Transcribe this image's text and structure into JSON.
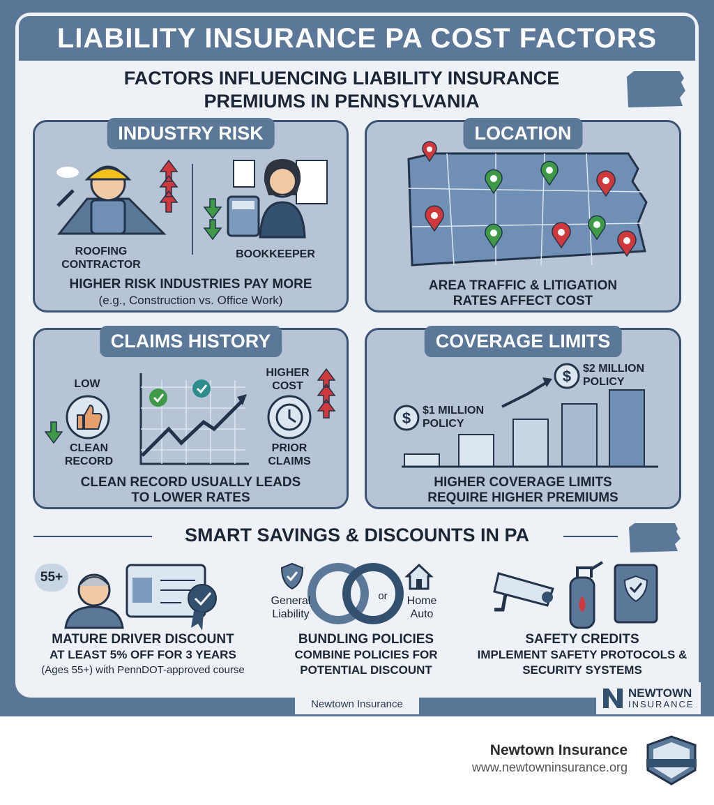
{
  "title": "LIABILITY INSURANCE PA COST FACTORS",
  "subtitle": "FACTORS INFLUENCING LIABILITY INSURANCE PREMIUMS IN PENNSYLVANIA",
  "panels": {
    "industry": {
      "title": "INDUSTRY RISK",
      "left_label": "ROOFING CONTRACTOR",
      "right_label": "BOOKKEEPER",
      "caption": "HIGHER RISK INDUSTRIES PAY MORE",
      "caption_small": "(e.g., Construction vs. Office Work)"
    },
    "location": {
      "title": "LOCATION",
      "caption": "AREA TRAFFIC & LITIGATION RATES AFFECT COST"
    },
    "claims": {
      "title": "CLAIMS HISTORY",
      "low": "LOW",
      "clean": "CLEAN RECORD",
      "higher_cost": "HIGHER COST",
      "prior": "PRIOR CLAIMS",
      "caption": "CLEAN RECORD USUALLY LEADS TO LOWER RATES"
    },
    "coverage": {
      "title": "COVERAGE LIMITS",
      "one_million": "$1 MILLION POLICY",
      "two_million": "$2 MILLION POLICY",
      "caption": "HIGHER COVERAGE LIMITS REQUIRE HIGHER PREMIUMS"
    }
  },
  "savings": {
    "title": "SMART SAVINGS & DISCOUNTS IN PA",
    "mature": {
      "badge": "55+",
      "heading": "MATURE DRIVER DISCOUNT",
      "line1": "AT LEAST 5% OFF FOR 3 YEARS",
      "line2": "(Ages 55+) with PennDOT-approved course"
    },
    "bundling": {
      "general": "General Liability",
      "or": "or",
      "home": "Home Auto",
      "heading": "BUNDLING POLICIES",
      "line1": "COMBINE POLICIES FOR POTENTIAL DISCOUNT"
    },
    "safety": {
      "heading": "SAFETY CREDITS",
      "line1": "IMPLEMENT SAFETY PROTOCOLS & SECURITY SYSTEMS"
    }
  },
  "source": "Newtown Insurance",
  "logo": {
    "line1": "NEWTOWN",
    "line2": "INSURANCE"
  },
  "footer": {
    "name": "Newtown Insurance",
    "url": "www.newtowninsurance.org"
  },
  "colors": {
    "frame": "#5a7696",
    "panel": "#b6c4d6",
    "accent_red": "#d0393b",
    "accent_green": "#3f9a48"
  }
}
